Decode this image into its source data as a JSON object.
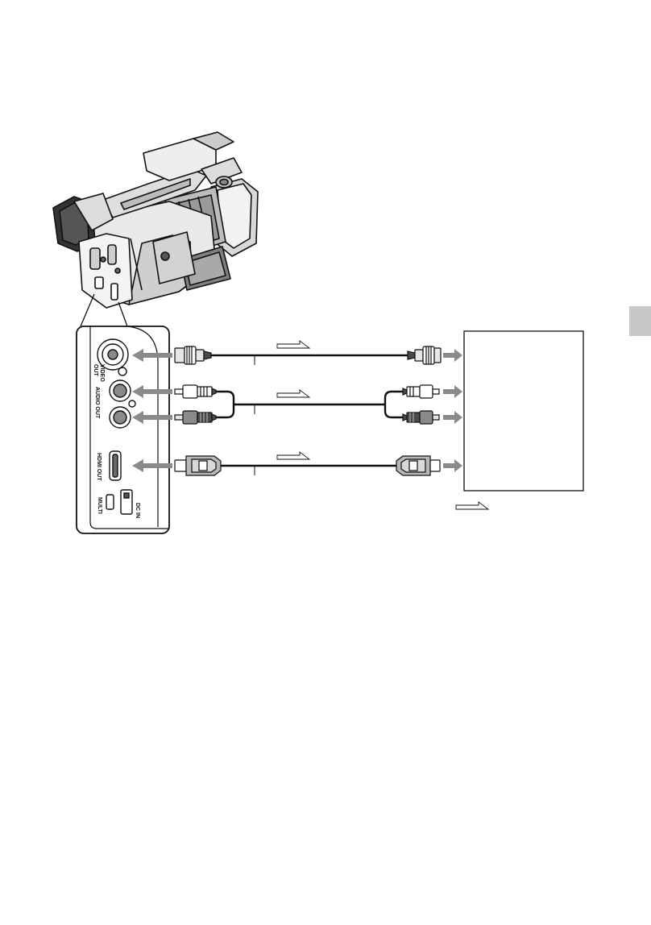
{
  "camera_panel": {
    "ports": {
      "video_out_line1": "VIDEO",
      "video_out_line2": "OUT",
      "audio_out": "AUDIO OUT",
      "hdmi_out": "HDMI OUT",
      "multi": "MULTI",
      "dc_in": "DC IN"
    }
  },
  "colors": {
    "line": "#111111",
    "arrow_gray": "#8a8a8a",
    "tab_gray": "#c8c8c8",
    "connector_fill": "#e6e6e6",
    "dark_connector": "#4a4a4a"
  },
  "icons": [
    "camcorder-illustration",
    "bnc-connector-icon",
    "rca-connector-icon",
    "hdmi-connector-icon",
    "signal-flow-arrow-icon"
  ]
}
